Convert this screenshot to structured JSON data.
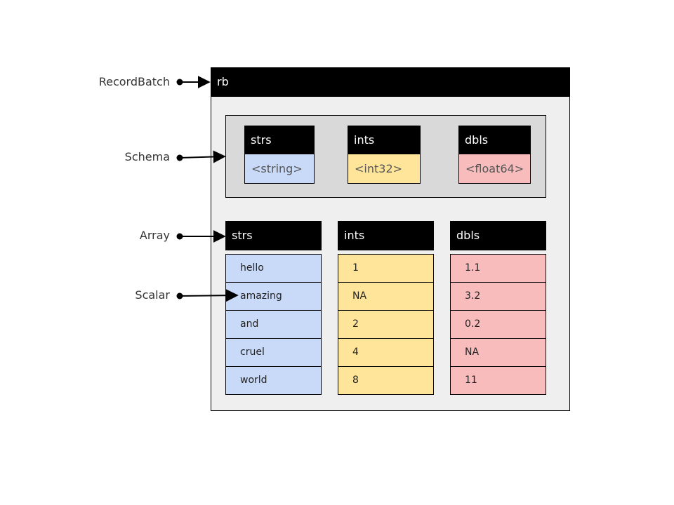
{
  "labels": {
    "recordbatch": "RecordBatch",
    "schema": "Schema",
    "array": "Array",
    "scalar": "Scalar"
  },
  "recordbatch": {
    "name": "rb"
  },
  "schema": {
    "fields": [
      {
        "name": "strs",
        "type": "<string>"
      },
      {
        "name": "ints",
        "type": "<int32>"
      },
      {
        "name": "dbls",
        "type": "<float64>"
      }
    ]
  },
  "arrays": [
    {
      "name": "strs",
      "values": [
        "hello",
        "amazing",
        "and",
        "cruel",
        "world"
      ]
    },
    {
      "name": "ints",
      "values": [
        "1",
        "NA",
        "2",
        "4",
        "8"
      ]
    },
    {
      "name": "dbls",
      "values": [
        "1.1",
        "3.2",
        "0.2",
        "NA",
        "11"
      ]
    }
  ],
  "colors": {
    "strs": "#c9daf8",
    "ints": "#ffe599",
    "dbls": "#f9bcbd",
    "frame": "#efefef",
    "schema": "#d9d9d9"
  }
}
